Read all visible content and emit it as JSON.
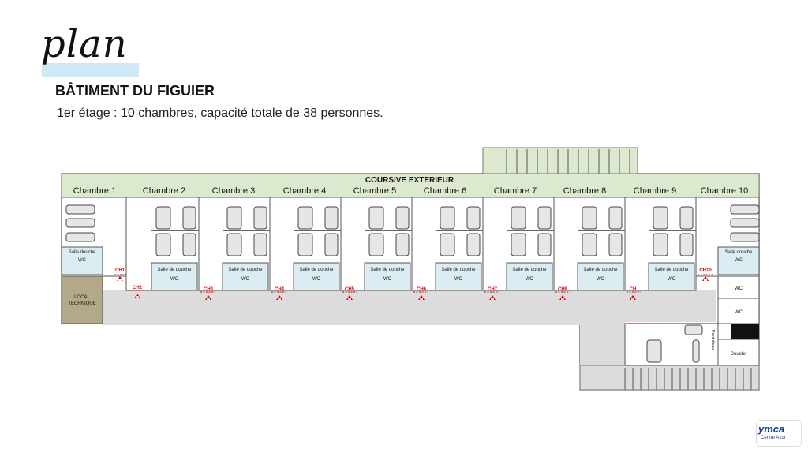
{
  "header": {
    "title": "plan",
    "building": "BÂTIMENT DU FIGUIER",
    "description": "1er étage : 10 chambres, capacité totale de 38 personnes."
  },
  "plan": {
    "corridor_label": "COURSIVE EXTERIEUR",
    "rooms": [
      "Chambre 1",
      "Chambre 2",
      "Chambre 3",
      "Chambre 4",
      "Chambre 5",
      "Chambre 6",
      "Chambre 7",
      "Chambre 8",
      "Chambre 9",
      "Chambre 10"
    ],
    "doors": [
      "CH1",
      "CH2",
      "CH3",
      "CH4",
      "CH5",
      "CH6",
      "CH7",
      "CH8",
      "CH",
      "CH10"
    ],
    "shower_label": "Salle de douche",
    "shower_label_short": "Salle douche",
    "wc_label": "WC",
    "local_technique": [
      "LOCAL",
      "TECHNIQUE"
    ],
    "point_eau": "Point d'eau",
    "douche": "Douche"
  },
  "logo": {
    "name": "ymca",
    "sub": "Centre Azur"
  },
  "colors": {
    "corridor_green": "#dde9cf",
    "local_technique": "#b3a88a",
    "hallway_gray": "#dcdcdc",
    "sanitary_blue": "#dcecf3",
    "door_red": "#e00000",
    "window_blue": "#7fb8d8",
    "title_highlight": "#cfe8f5"
  }
}
